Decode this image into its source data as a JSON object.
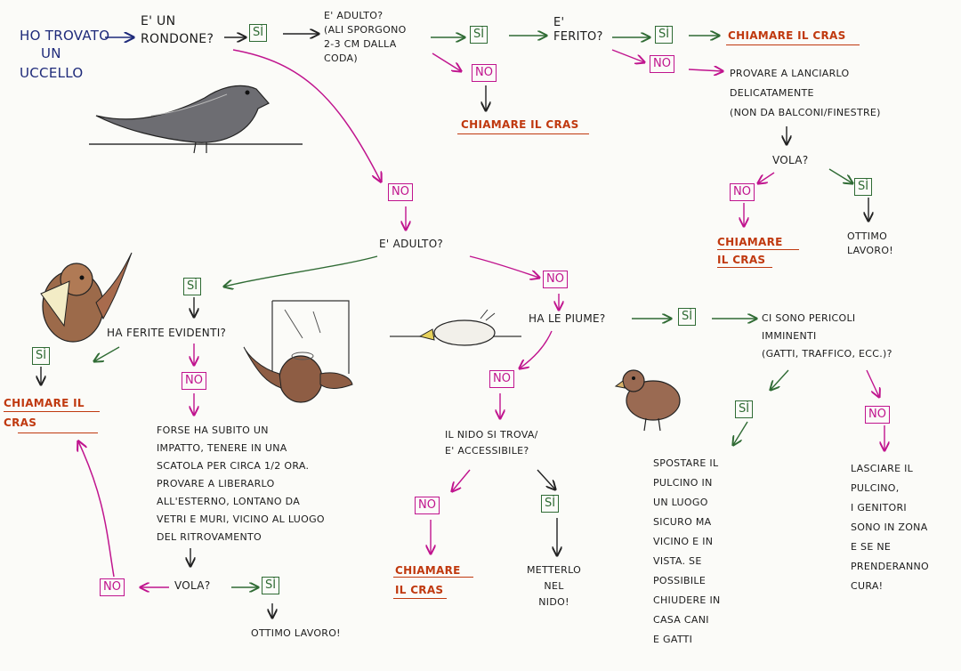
{
  "colors": {
    "si": "#2f6b34",
    "no": "#c0148e",
    "cras": "#c0390f",
    "start": "#1e2a7a"
  },
  "start": {
    "l1": "HO TROVATO",
    "l2": "UN",
    "l3": "UCCELLO"
  },
  "q_rondone": "E' UN\nRONDONE?",
  "yes": "SÌ",
  "no": "NO",
  "q_adulto_rondone": "E' ADULTO?\n(ALI SPORGONO\n2-3 CM DALLA\nCODA)",
  "q_ferito": "E'\nFERITO?",
  "call_cras_1": "CHIAMARE IL CRAS",
  "call_cras_2": "CHIAMARE IL CRAS",
  "lancio": "PROVARE A LANCIARLO\nDELICATAMENTE\n(NON DA BALCONI/FINESTRE)",
  "vola_1": "VOLA?",
  "call_cras_3": "CHIAMARE\nIL CRAS",
  "ottimo_1": "OTTIMO\nLAVORO!",
  "q_adulto": "E' ADULTO?",
  "q_ferite": "HA FERITE EVIDENTI?",
  "call_cras_4": "CHIAMARE IL\nCRAS",
  "impatto": "FORSE HA SUBITO UN\nIMPATTO, TENERE IN UNA\nSCATOLA PER CIRCA 1/2 ORA.\nPROVARE A LIBERARLO\nALL'ESTERNO, LONTANO DA\nVETRI E MURI, VICINO AL LUOGO\nDEL RITROVAMENTO",
  "vola_2": "VOLA?",
  "ottimo_2": "OTTIMO LAVORO!",
  "q_piume": "HA LE PIUME?",
  "q_pericoli": "CI SONO PERICOLI\nIMMINENTI\n(GATTI, TRAFFICO, ECC.)?",
  "q_nido": "IL NIDO SI TROVA/\nE' ACCESSIBILE?",
  "call_cras_5": "CHIAMARE\nIL CRAS",
  "nido": "METTERLO\nNEL\nNIDO!",
  "spostare": "SPOSTARE IL\nPULCINO IN\nUN LUOGO\nSICURO MA\nVICINO E IN\nVISTA. SE\nPOSSIBILE\nCHIUDERE IN\nCASA CANI\nE GATTI",
  "lasciare": "LASCIARE IL\nPULCINO,\nI GENITORI\nSONO IN ZONA\nE SE NE\nPRENDERANNO\nCURA!"
}
